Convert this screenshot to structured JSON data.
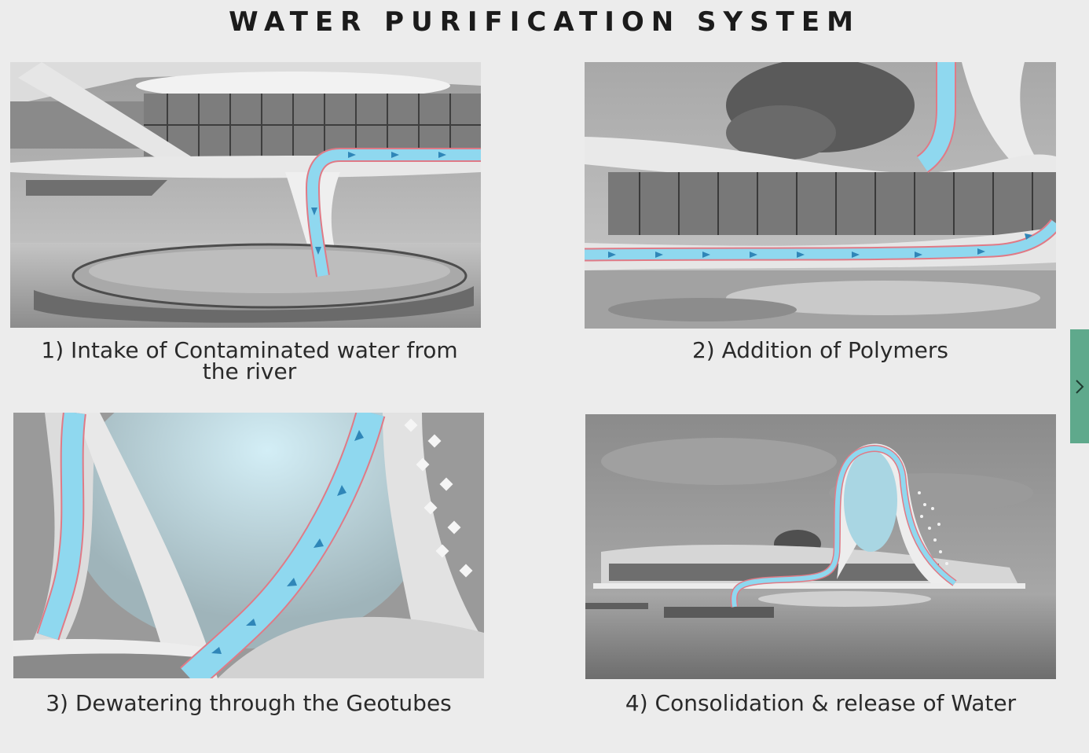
{
  "title": "WATER PURIFICATION SYSTEM",
  "steps": [
    {
      "caption": "1) Intake of  Contaminated water from the river"
    },
    {
      "caption": "2) Addition of Polymers"
    },
    {
      "caption": "3) Dewatering through the Geotubes"
    },
    {
      "caption": "4) Consolidation & release of Water"
    }
  ],
  "nav": {
    "next_icon": "chevron-right-icon"
  },
  "colors": {
    "background": "#ececec",
    "water_pipe": "#8fd8ef",
    "pipe_outline": "#e07a86",
    "flow_arrow": "#2f86b8",
    "nav_tab": "#5fa98c"
  }
}
